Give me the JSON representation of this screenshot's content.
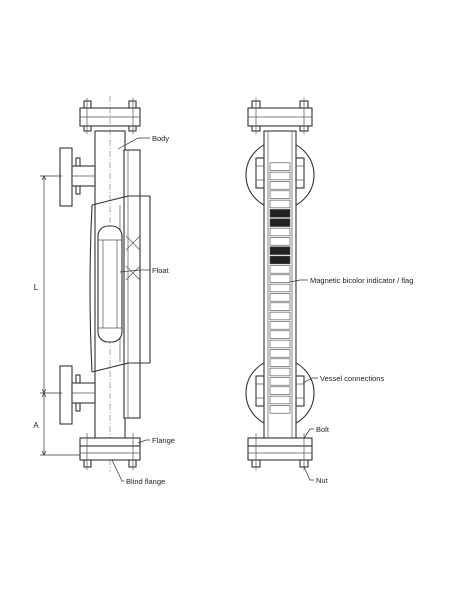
{
  "labels": {
    "body": "Body",
    "float": "Float",
    "flange": "Flange",
    "blind_flange": "Blind flange",
    "indicator": "Magnetic bicolor indicator / flag",
    "vessel_connections": "Vessel connections",
    "bolt": "Bolt",
    "nut": "Nut",
    "dim_l": "L",
    "dim_a": "A"
  },
  "indicator": {
    "flag_count": 27,
    "dark_flags": [
      5,
      6,
      9,
      10
    ]
  }
}
